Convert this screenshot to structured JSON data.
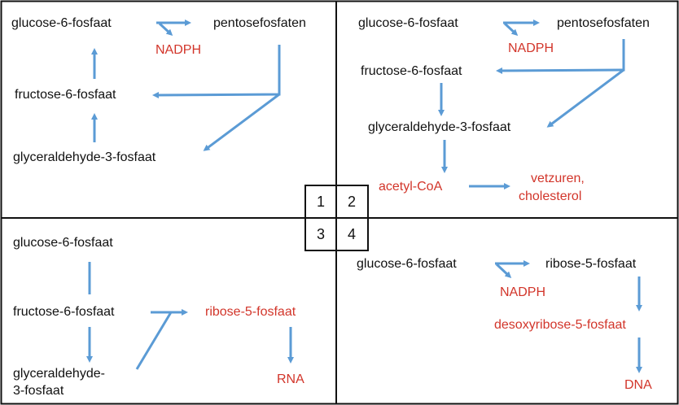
{
  "colors": {
    "arrow": "#5b9bd5",
    "product": "#d2352a",
    "text": "#111111"
  },
  "quadrant_numbers": [
    "1",
    "2",
    "3",
    "4"
  ],
  "q1": {
    "g6p": "glucose-6-fosfaat",
    "pentose": "pentosefosfaten",
    "nadph": "NADPH",
    "f6p": "fructose-6-fosfaat",
    "gap": "glyceraldehyde-3-fosfaat"
  },
  "q2": {
    "g6p": "glucose-6-fosfaat",
    "pentose": "pentosefosfaten",
    "nadph": "NADPH",
    "f6p": "fructose-6-fosfaat",
    "gap": "glyceraldehyde-3-fosfaat",
    "acetyl": "acetyl-CoA",
    "vetzuren": "vetzuren,",
    "cholesterol": "cholesterol"
  },
  "q3": {
    "g6p": "glucose-6-fosfaat",
    "f6p": "fructose-6-fosfaat",
    "gap1": "glyceraldehyde-",
    "gap2": "3-fosfaat",
    "r5p": "ribose-5-fosfaat",
    "rna": "RNA"
  },
  "q4": {
    "g6p": "glucose-6-fosfaat",
    "r5p": "ribose-5-fosfaat",
    "nadph": "NADPH",
    "dr5p": "desoxyribose-5-fosfaat",
    "dna": "DNA"
  }
}
